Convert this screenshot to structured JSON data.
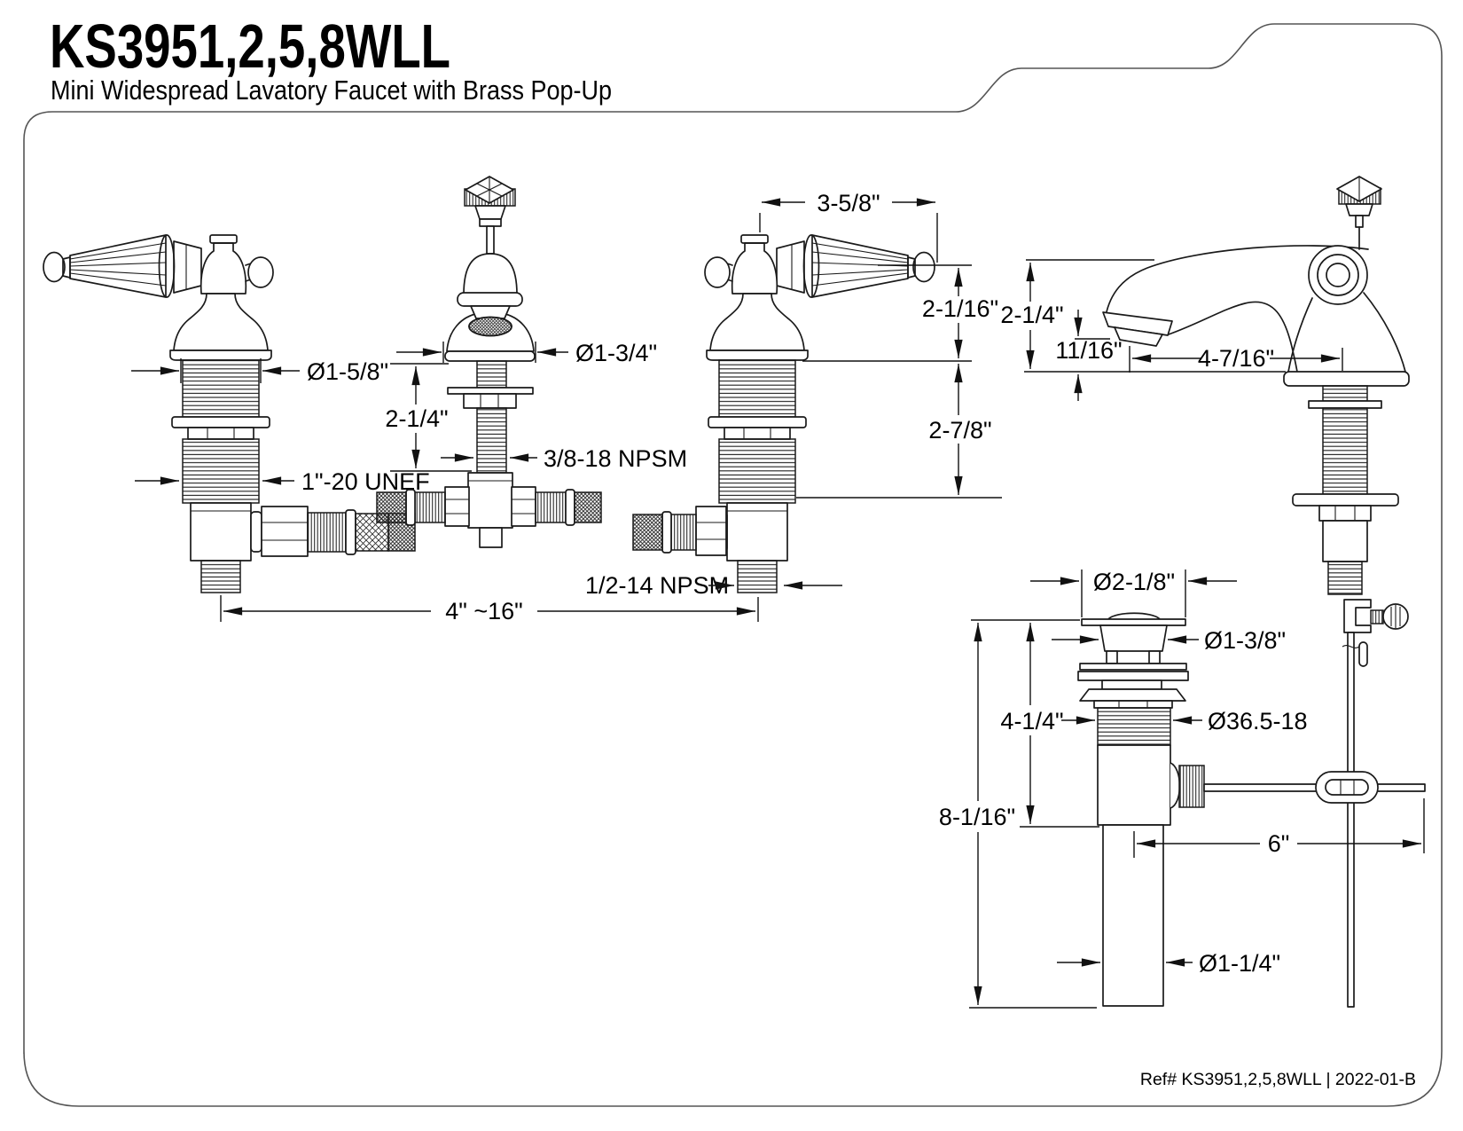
{
  "page": {
    "title": "KS3951,2,5,8WLL",
    "subtitle": "Mini Widespread Lavatory Faucet with Brass Pop-Up",
    "reference": "Ref# KS3951,2,5,8WLL | 2022-01-B"
  },
  "colors": {
    "line": "#1a1a1a",
    "text": "#000000",
    "background": "#ffffff"
  },
  "views": {
    "left_handle_valve": {
      "labels": {
        "escutcheon_diameter": "Ø1-5/8\"",
        "shank_thread": "1\"-20 UNEF"
      }
    },
    "center_spout": {
      "labels": {
        "base_diameter": "Ø1-3/4\"",
        "max_deck_thickness": "2-1/4\"",
        "shank_thread": "3/8-18 NPSM"
      }
    },
    "right_handle_valve": {
      "labels": {
        "handle_length": "3-5/8\"",
        "height_above_deck": "2-1/16\"",
        "shank_length_below_deck": "2-7/8\"",
        "supply_outlet_thread": "1/2-14 NPSM",
        "faucet_spread": "4\" ~16\""
      }
    },
    "spout_profile": {
      "labels": {
        "spout_height": "2-1/4\"",
        "aerator_clearance": "11/16\"",
        "spout_reach": "4-7/16\""
      }
    },
    "pop_up_drain": {
      "labels": {
        "flange_diameter": "Ø2-1/8\"",
        "stopper_diameter": "Ø1-3/8\"",
        "upper_body_length": "4-1/4\"",
        "body_thread": "Ø36.5-18",
        "overall_length": "8-1/16\"",
        "pivot_rod_length": "6\"",
        "tailpipe_diameter": "Ø1-1/4\""
      }
    }
  }
}
